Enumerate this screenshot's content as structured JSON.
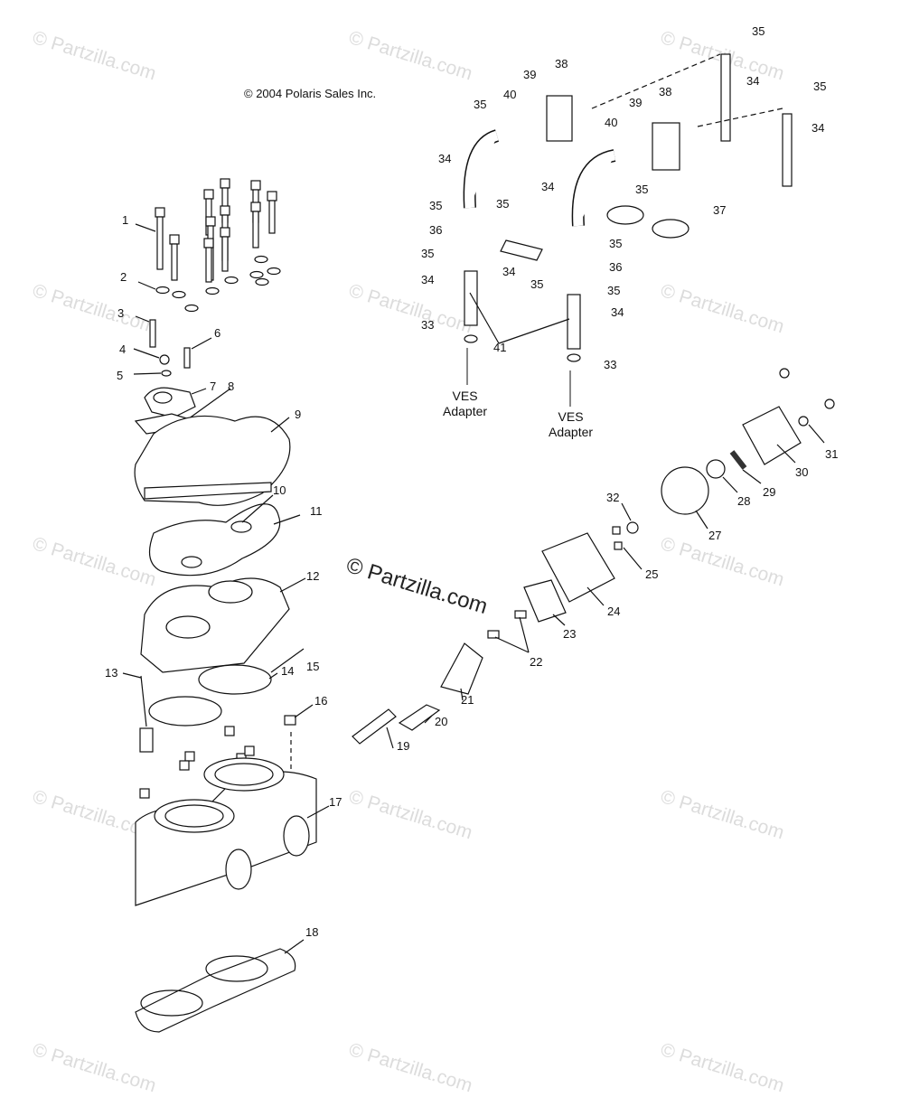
{
  "copyright": "© 2004 Polaris Sales Inc.",
  "center_watermark": "© Partzilla.com",
  "faint_watermark": "© Partzilla.com",
  "ves_adapter": {
    "line1": "VES",
    "line2": "Adapter"
  },
  "callouts": [
    "1",
    "2",
    "3",
    "4",
    "5",
    "6",
    "7",
    "8",
    "9",
    "10",
    "11",
    "12",
    "13",
    "14",
    "15",
    "16",
    "17",
    "18",
    "19",
    "20",
    "21",
    "22",
    "23",
    "24",
    "25",
    "27",
    "28",
    "29",
    "30",
    "31",
    "32",
    "33",
    "34",
    "35",
    "36",
    "37",
    "38",
    "39",
    "40",
    "41"
  ]
}
